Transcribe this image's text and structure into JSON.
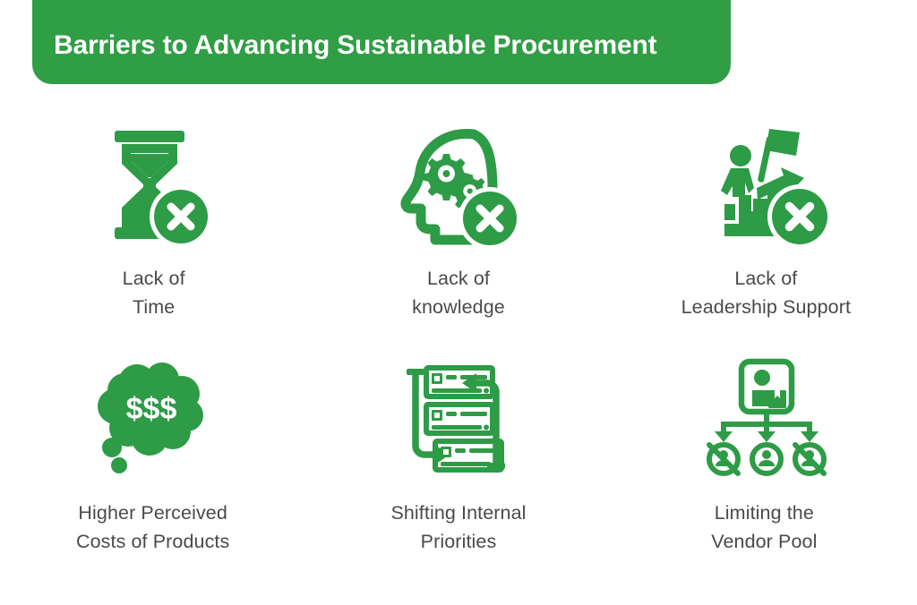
{
  "colors": {
    "banner_green": "#2f9e44",
    "icon_green": "#2e9b46",
    "label_text": "#4a4a4a",
    "background": "#ffffff",
    "badge_fill": "#2e9b46",
    "badge_mark": "#ffffff"
  },
  "header": {
    "title": "Barriers to Advancing Sustainable Procurement"
  },
  "items": [
    {
      "id": "lack-of-time",
      "label": "Lack of\nTime",
      "icon": "hourglass-icon",
      "badge": "x-circle-badge-icon",
      "row": 1,
      "column": 1
    },
    {
      "id": "lack-of-knowledge",
      "label": "Lack of\nknowledge",
      "icon": "head-with-gears-icon",
      "badge": "x-circle-badge-icon",
      "row": 1,
      "column": 2
    },
    {
      "id": "lack-of-leadership-support",
      "label": "Lack of\nLeadership Support",
      "icon": "person-climbing-stairs-with-flag-icon",
      "badge": "x-circle-badge-icon",
      "row": 1,
      "column": 3
    },
    {
      "id": "higher-perceived-costs",
      "label": "Higher Perceived\nCosts of Products",
      "icon": "thought-bubble-dollars-icon",
      "icon_text": "$$$",
      "badge": null,
      "row": 2,
      "column": 1
    },
    {
      "id": "shifting-internal-priorities",
      "label": "Shifting Internal\nPriorities",
      "icon": "server-stack-cycle-icon",
      "badge": null,
      "row": 2,
      "column": 2
    },
    {
      "id": "limiting-the-vendor-pool",
      "label": "Limiting the\nVendor Pool",
      "icon": "vendor-hierarchy-blocked-icon",
      "badge": null,
      "row": 2,
      "column": 3
    }
  ]
}
